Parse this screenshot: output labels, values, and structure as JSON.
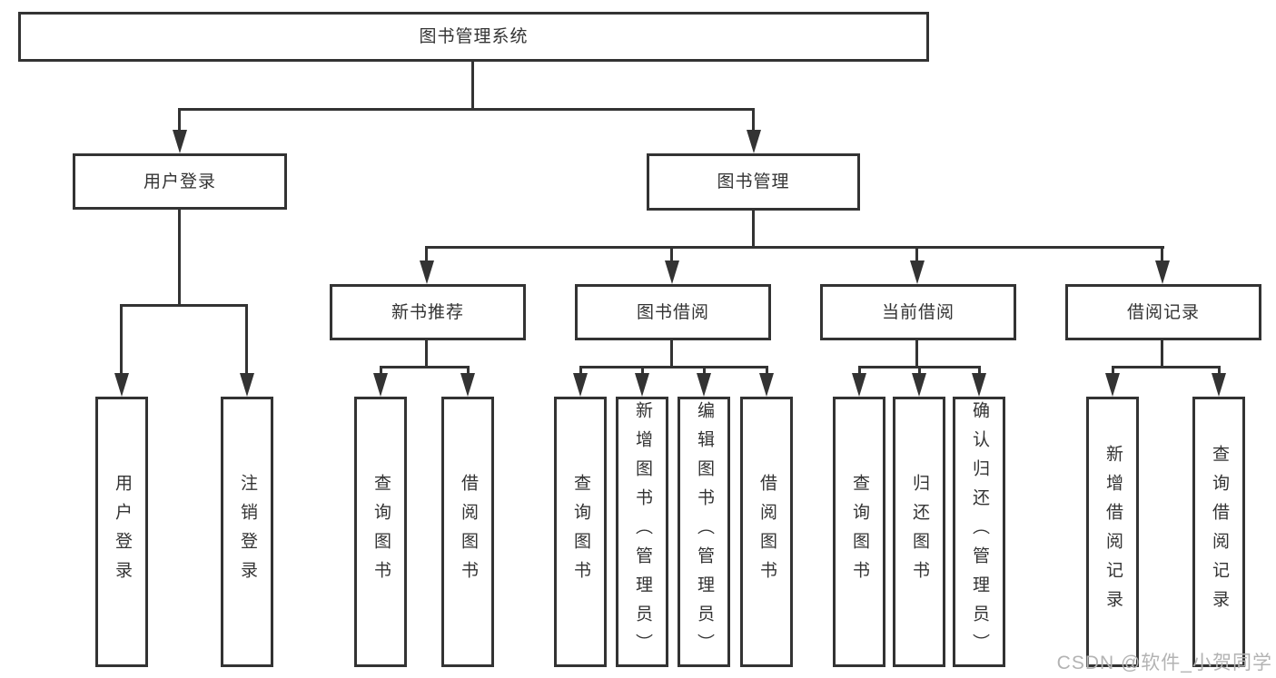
{
  "diagram": {
    "title": "图书管理系统",
    "level2": [
      {
        "label": "用户登录"
      },
      {
        "label": "图书管理"
      }
    ],
    "level3": [
      {
        "label": "新书推荐"
      },
      {
        "label": "图书借阅"
      },
      {
        "label": "当前借阅"
      },
      {
        "label": "借阅记录"
      }
    ],
    "leaves": {
      "user_login": [
        {
          "label": "用户登录"
        },
        {
          "label": "注销登录"
        }
      ],
      "new_books": [
        {
          "label": "查询图书"
        },
        {
          "label": "借阅图书"
        }
      ],
      "book_borrow": [
        {
          "label": "查询图书"
        },
        {
          "label": "新增图书（管理员）"
        },
        {
          "label": "编辑图书（管理员）"
        },
        {
          "label": "借阅图书"
        }
      ],
      "current_borrow": [
        {
          "label": "查询图书"
        },
        {
          "label": "归还图书"
        },
        {
          "label": "确认归还（管理员）"
        }
      ],
      "borrow_records": [
        {
          "label": "新增借阅记录"
        },
        {
          "label": "查询借阅记录"
        }
      ]
    }
  },
  "watermark": {
    "text": "CSDN @软件_小贺同学"
  },
  "colors": {
    "line": "#333333",
    "border": "#333333",
    "text": "#333333",
    "watermark": "#b3b3b3",
    "background": "#ffffff"
  }
}
